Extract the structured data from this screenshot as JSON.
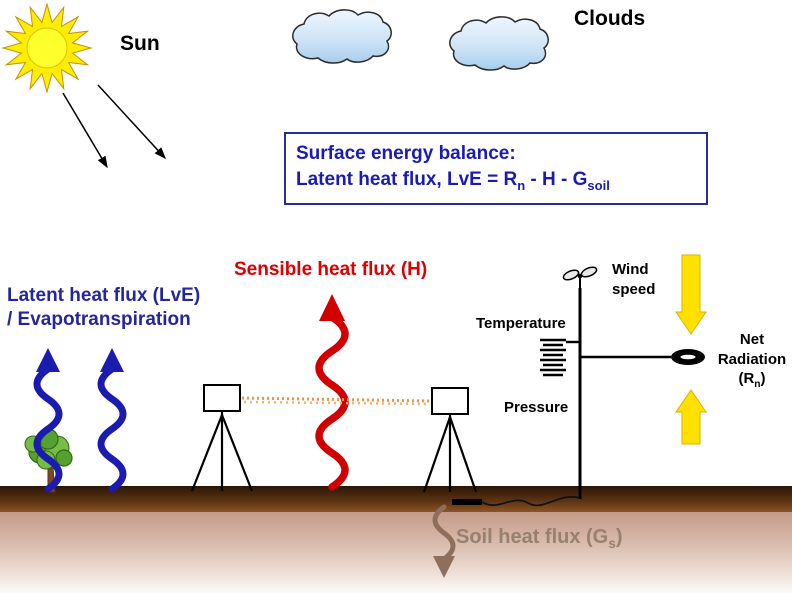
{
  "diagram": {
    "sun_label": "Sun",
    "clouds_label": "Clouds",
    "equation_box": {
      "line1": "Surface energy balance:",
      "line2_prefix": "Latent heat flux, LvE = R",
      "line2_sub1": "n",
      "line2_mid": " - H - G",
      "line2_sub2": "soil"
    },
    "sensible_label": "Sensible heat flux (H)",
    "latent_label_line1": "Latent heat flux (LvE)",
    "latent_label_line2": "/ Evapotranspiration",
    "instruments": {
      "wind_label_line1": "Wind",
      "wind_label_line2": "speed",
      "temperature_label": "Temperature",
      "pressure_label": "Pressure",
      "net_radiation_line1": "Net",
      "net_radiation_line2": "Radiation",
      "net_radiation_line3_prefix": "(R",
      "net_radiation_line3_sub": "n",
      "net_radiation_line3_suffix": ")"
    },
    "soil_label_prefix": "Soil heat flux (G",
    "soil_label_sub": "s",
    "soil_label_suffix": ")"
  },
  "colors": {
    "equation_blue": "#1b1bb4",
    "latent_blue": "#26269c",
    "sensible_red": "#dd0000",
    "soil_text_brown": "#97816e",
    "latent_arrow_blue": "#1b1bb0",
    "sensible_arrow_red": "#d00000",
    "soil_arrow_brown": "#8d6f5b",
    "radiation_yellow": "#ffe000",
    "sun_yellow": "#ffee00",
    "cloud_blue": "#cfe5f7",
    "beam_orange": "#ef9147"
  }
}
